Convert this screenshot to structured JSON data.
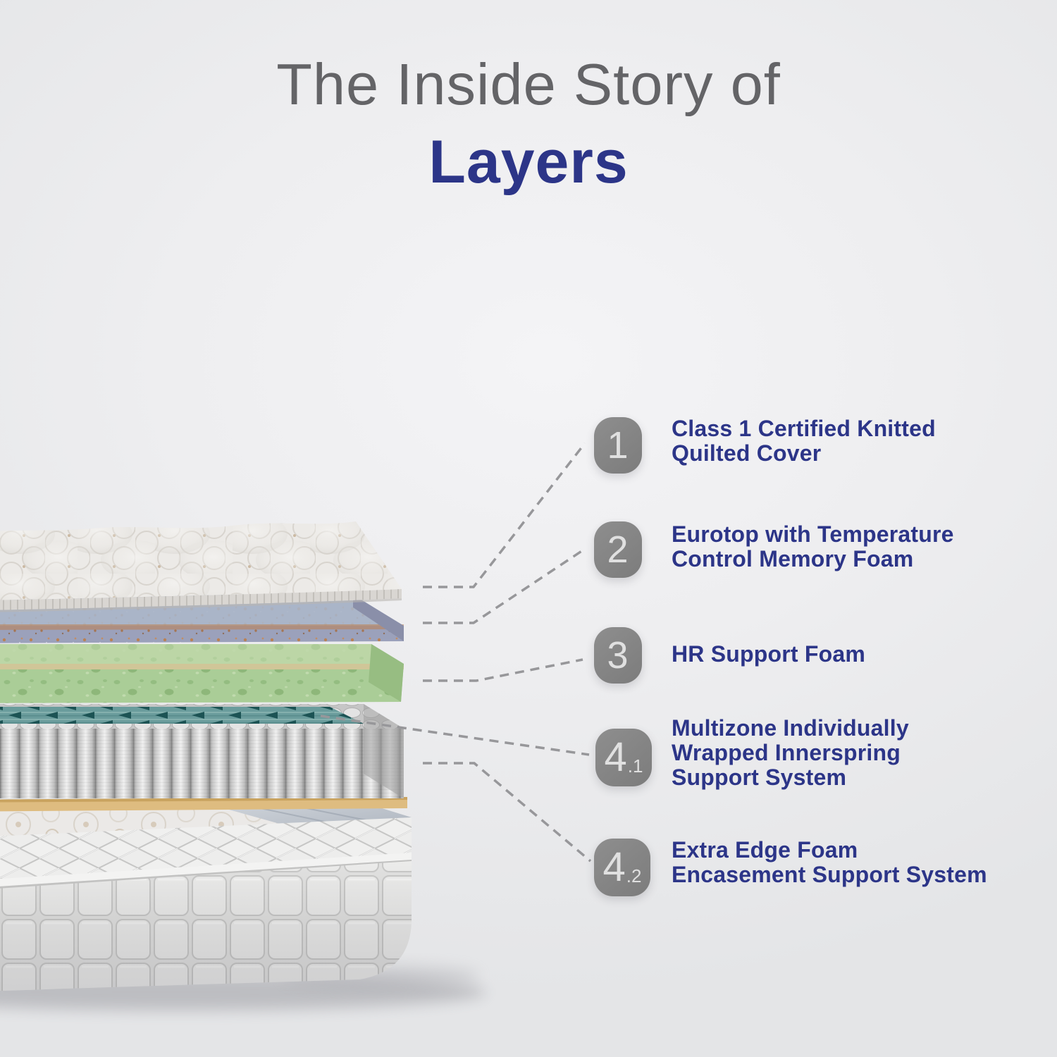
{
  "title": {
    "line1": "The Inside Story of",
    "line2": "Layers"
  },
  "callouts": [
    {
      "number": "1",
      "suffix": "",
      "label": "Class 1 Certified Knitted\nQuilted Cover"
    },
    {
      "number": "2",
      "suffix": "",
      "label": "Eurotop with Temperature\nControl Memory Foam"
    },
    {
      "number": "3",
      "suffix": "",
      "label": "HR Support Foam"
    },
    {
      "number": "4",
      "suffix": ".1",
      "label": "Multizone Individually\nWrapped Innerspring\nSupport System"
    },
    {
      "number": "4",
      "suffix": ".2",
      "label": "Extra Edge Foam\nEncasement Support System"
    }
  ],
  "colors": {
    "accent_blue": "#2c3588",
    "title_gray": "#646467",
    "badge_gray": "#828282",
    "badge_number": "#e0e0e0",
    "leader_line": "#97979a",
    "background": "#eeeef0",
    "cover_fabric": "#eceae7",
    "memory_foam_top": "#aab5c8",
    "memory_foam_side": "#9ba1bb",
    "hr_foam_top": "#bcd6a6",
    "hr_foam_side": "#aacd97",
    "innerspring_teal": "#6a9c9c",
    "spring_coil": "#d9d9d9",
    "base_sheet_tan": "#debc80",
    "base_fabric": "#ebebea"
  }
}
